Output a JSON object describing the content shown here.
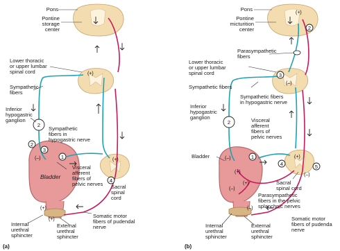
{
  "panel_a": {
    "label": "(a)",
    "pons": "Pons",
    "pontine_center": [
      "Pontine",
      "storage",
      "center"
    ],
    "lower_thoracic": [
      "Lower thoracic",
      "or upper lumbar",
      "spinal cord"
    ],
    "sympathetic_fibers": [
      "Sympathetic",
      "fibers"
    ],
    "inferior_ganglion": [
      "Inferior",
      "hypogastric",
      "ganglion"
    ],
    "sympathetic_hypogastric": [
      "Sympathetic",
      "fibers in",
      "hypogastric nerve"
    ],
    "bladder": "Bladder",
    "visceral_afferent": [
      "Visceral",
      "afferent",
      "fibers of",
      "pelvic nerves"
    ],
    "sacral_cord": [
      "Sacral",
      "spinal",
      "cord"
    ],
    "somatic_motor": [
      "Somatic motor",
      "fibers of pudendal",
      "nerve"
    ],
    "internal_sphincter": [
      "Internal",
      "urethral",
      "sphincter"
    ],
    "external_sphincter": [
      "External",
      "urethral",
      "sphincter"
    ],
    "numbers": [
      "1",
      "2",
      "3",
      "4"
    ]
  },
  "panel_b": {
    "label": "(b)",
    "pons": "Pons",
    "pontine_center": [
      "Pontine",
      "micturition",
      "center"
    ],
    "parasympathetic_fibers": [
      "Parasympathetic",
      "fibers"
    ],
    "lower_thoracic": [
      "Lower thoracic",
      "or upper lumbar",
      "spinal cord"
    ],
    "sympathetic_fibers": "Sympathetic fibers",
    "sympathetic_hypogastric": [
      "Sympathetic fibers",
      "in hypogastric nerve"
    ],
    "inferior_ganglion": [
      "Inferior",
      "hypogastric",
      "ganglion"
    ],
    "visceral_afferent": [
      "Visceral",
      "afferent",
      "fibers of",
      "pelvic nerves"
    ],
    "bladder": "Bladder",
    "sacral_cord": [
      "Sacral",
      "spinal cord"
    ],
    "parasympathetic_pelvic": [
      "Parasympathetic",
      "fibers in the pelvic",
      "splanchnic nerves"
    ],
    "somatic_motor": [
      "Somatic motor",
      "fibers of pudenda",
      "nerve"
    ],
    "internal_sphincter": [
      "Internal",
      "urethral",
      "sphincter"
    ],
    "external_sphincter": [
      "External",
      "urethral",
      "sphincter"
    ],
    "numbers": [
      "1",
      "2",
      "3",
      "4",
      "5"
    ]
  },
  "signs": {
    "plus": "(+)",
    "minus": "(–)"
  },
  "colors": {
    "sympathetic": "#1aa3b5",
    "somatic": "#c8185e",
    "cord": "#f2dcb0",
    "bladder": "#e89a9a"
  }
}
